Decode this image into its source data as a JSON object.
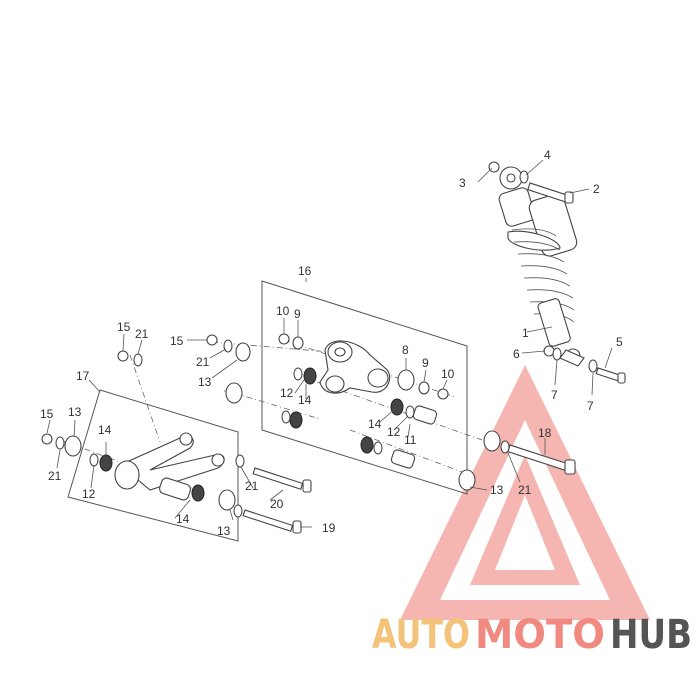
{
  "callouts": [
    "1",
    "2",
    "3",
    "4",
    "5",
    "6",
    "7",
    "7",
    "8",
    "9",
    "9",
    "10",
    "10",
    "11",
    "12",
    "12",
    "12",
    "13",
    "13",
    "13",
    "13",
    "14",
    "14",
    "14",
    "14",
    "15",
    "15",
    "15",
    "16",
    "17",
    "18",
    "19",
    "20",
    "21",
    "21",
    "21",
    "21",
    "21"
  ],
  "watermark": {
    "text_a": "AUTO",
    "text_b": "MOTO",
    "text_c": "HUB",
    "color_a": "#f4c37a",
    "color_b": "#f08a80",
    "color_c": "#555555",
    "logo_color": "#ee7b74"
  }
}
